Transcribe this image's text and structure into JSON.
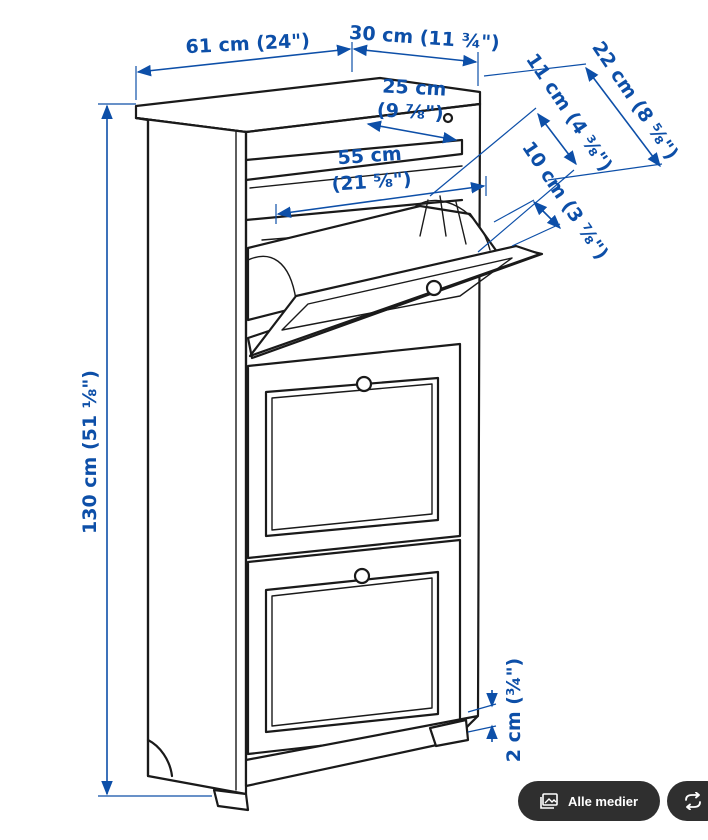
{
  "dimensions": {
    "width": "61 cm (24\")",
    "depth": "30 cm (11 ¾\")",
    "inner_depth_1": "25 cm",
    "inner_depth_2": "(9 ⅞\")",
    "inner_width_1": "55 cm",
    "inner_width_2": "(21 ⅝\")",
    "compartment_a": "11 cm (4 ⅜\")",
    "compartment_b": "22 cm (8 ⅝\")",
    "compartment_c": "10 cm (3 ⅞\")",
    "height": "130 cm (51 ⅛\")",
    "floor_clearance": "2 cm (¾\")"
  },
  "colors": {
    "dimension": "#0d4fa8",
    "ink": "#1a1a1a",
    "button_bg": "#2f2f2f"
  },
  "controls": {
    "all_media_label": "Alle medier",
    "all_media_icon": "gallery-icon",
    "repeat_icon": "repeat-icon"
  }
}
